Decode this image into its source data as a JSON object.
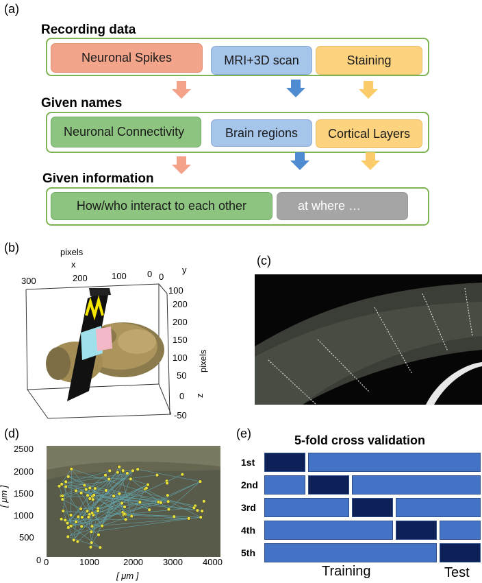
{
  "panel_a": {
    "label": "(a)",
    "heading_recording": "Recording data",
    "heading_names": "Given names",
    "heading_info": "Given information",
    "recording_items": [
      "Neuronal Spikes",
      "MRI+3D scan",
      "Staining"
    ],
    "name_items": [
      "Neuronal Connectivity",
      "Brain regions",
      "Cortical Layers"
    ],
    "info_items": [
      "How/who interact to each other",
      "at where …"
    ],
    "colors": {
      "salmon": "#f3a58c",
      "blue": "#a6c5ea",
      "yellow": "#fdd37f",
      "green": "#8dc580",
      "gray": "#a5a5a5",
      "frame": "#7db350"
    }
  },
  "panel_b": {
    "label": "(b)",
    "axis_title_top": "pixels",
    "x_label": "x",
    "y_label": "y",
    "z_label": "z",
    "z_units": "pixels",
    "x_ticks": [
      "300",
      "200",
      "100",
      "0"
    ],
    "y_ticks": [
      "0",
      "100",
      "200"
    ],
    "z_ticks": [
      "200",
      "150",
      "100",
      "50",
      "0",
      "-50"
    ]
  },
  "panel_c": {
    "label": "(c)"
  },
  "panel_d": {
    "label": "(d)",
    "xlabel": "[ μm ]",
    "ylabel": "[ μm ]",
    "x_ticks": [
      "0",
      "1000",
      "2000",
      "3000",
      "4000"
    ],
    "y_ticks": [
      "2500",
      "2000",
      "1500",
      "1000",
      "500",
      "0"
    ]
  },
  "panel_e": {
    "label": "(e)",
    "title": "5-fold cross validation",
    "folds": [
      {
        "label": "1st",
        "test_index": 0
      },
      {
        "label": "2nd",
        "test_index": 1
      },
      {
        "label": "3rd",
        "test_index": 2
      },
      {
        "label": "4th",
        "test_index": 3
      },
      {
        "label": "5th",
        "test_index": 4
      }
    ],
    "training_label": "Training",
    "test_label": "Test",
    "colors": {
      "train": "#4472c4",
      "test": "#0d2158"
    }
  }
}
